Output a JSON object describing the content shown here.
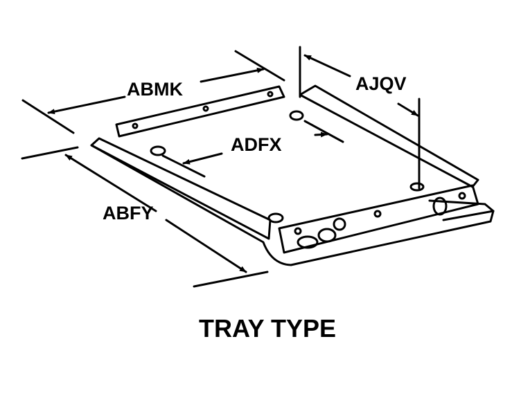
{
  "labels": {
    "length": "ABMK",
    "height": "AJQV",
    "hole_spacing": "ADFX",
    "width": "ABFY"
  },
  "title": "TRAY TYPE"
}
